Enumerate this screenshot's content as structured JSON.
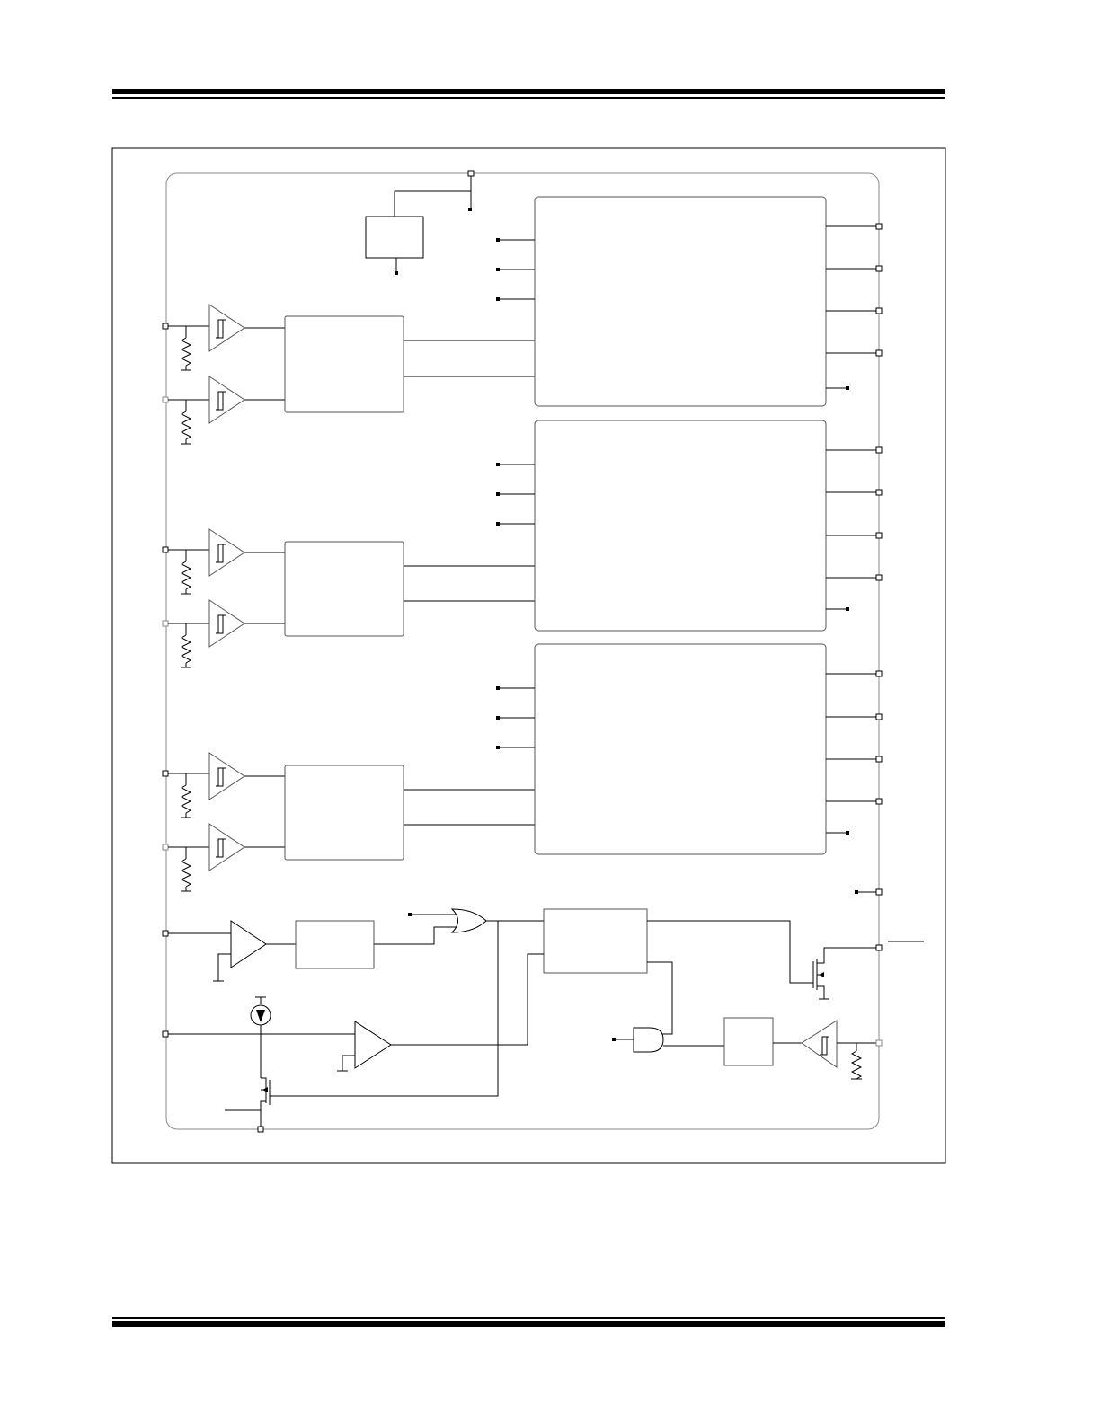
{
  "page": {
    "header_rule": "double-rule",
    "footer_rule": "double-rule"
  },
  "figure": {
    "title": "",
    "labels": [],
    "blocks": {
      "regulator": "regulator-block",
      "output_blocks": 3,
      "decoder_blocks": 3,
      "schmitt_input_pairs": 3
    },
    "colors": {
      "ink": "#000000",
      "paper": "#ffffff",
      "block_outline": "#555555",
      "hollow_pin": "#8a8a8a"
    }
  }
}
